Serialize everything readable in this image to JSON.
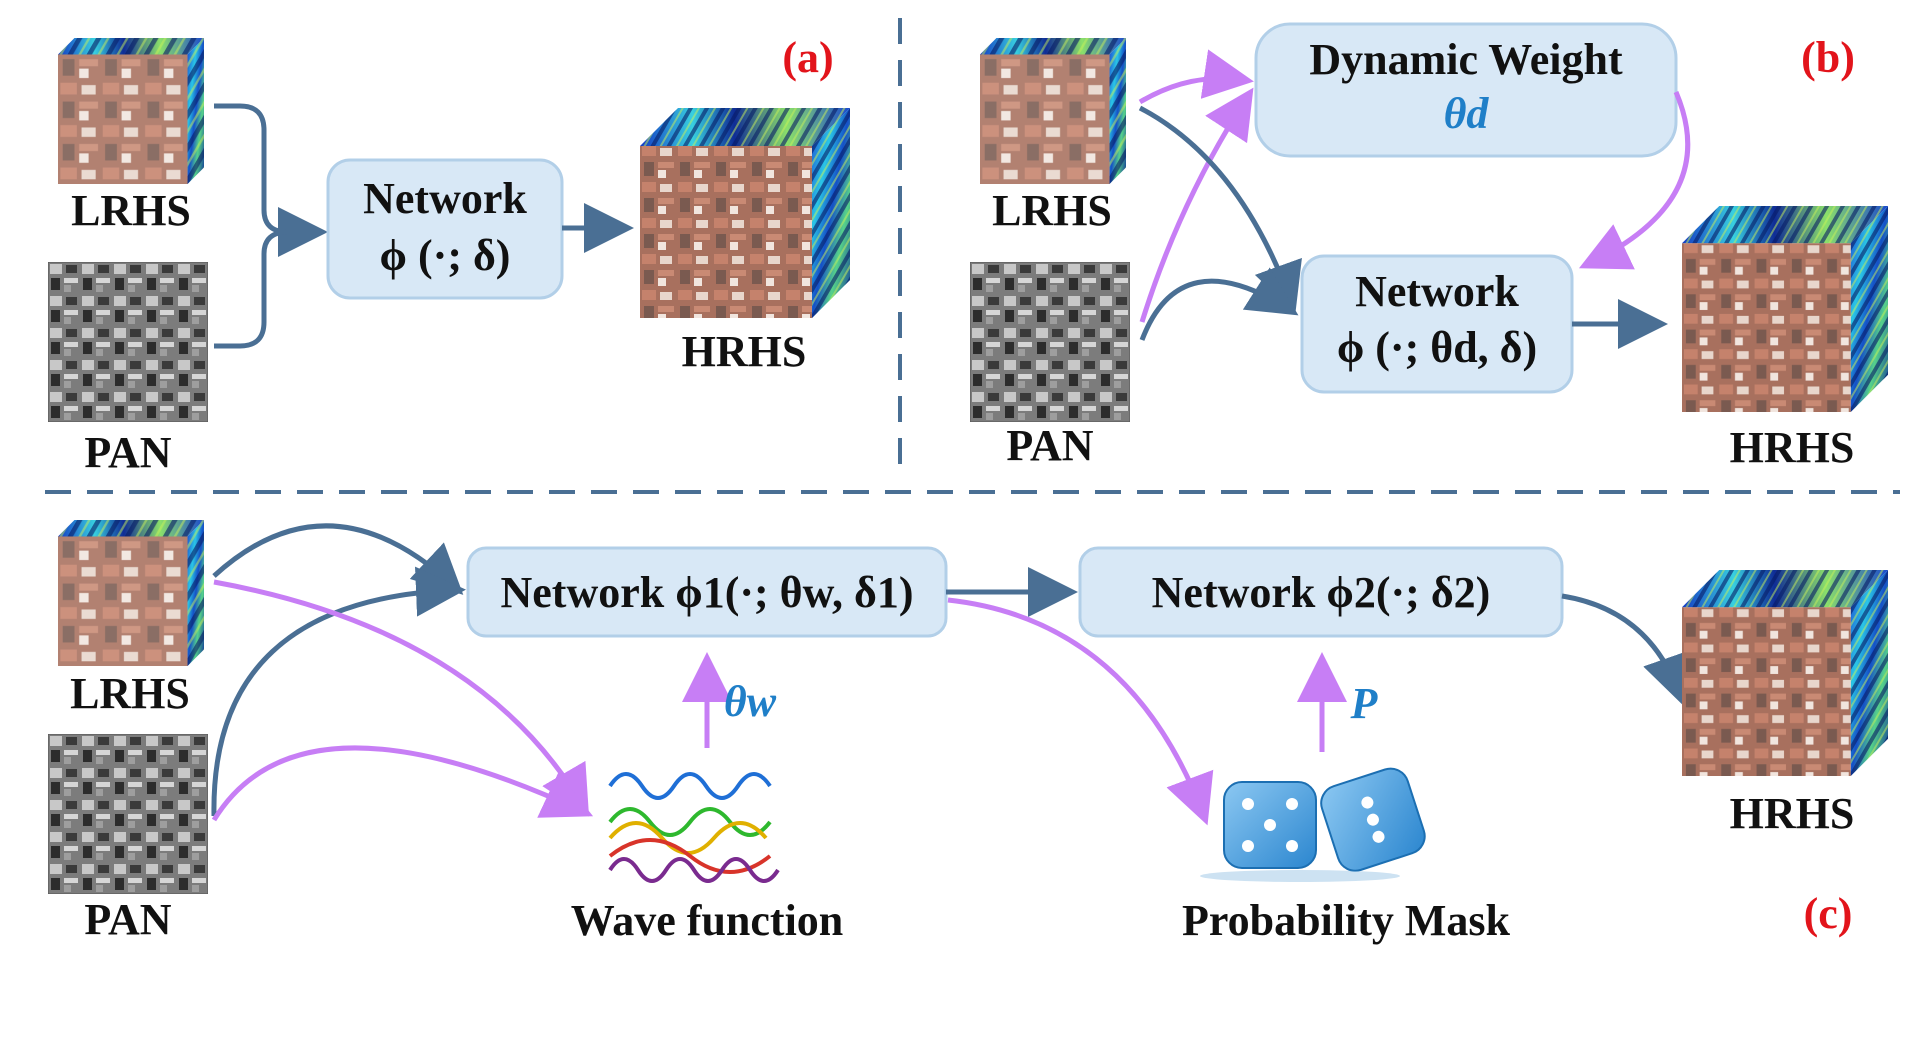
{
  "panel_a": {
    "tag": "(a)",
    "input1": "LRHS",
    "input2": "PAN",
    "network_line1": "Network",
    "network_line2": "ϕ (·; δ)",
    "output": "HRHS"
  },
  "panel_b": {
    "tag": "(b)",
    "input1": "LRHS",
    "input2": "PAN",
    "weight_title": "Dynamic Weight",
    "weight_symbol": "θd",
    "network_line1": "Network",
    "network_line2": "ϕ (·;  θd, δ)",
    "output": "HRHS"
  },
  "panel_c": {
    "tag": "(c)",
    "input1": "LRHS",
    "input2": "PAN",
    "network1": "Network ϕ1(·;  θw, δ1)",
    "network2": "Network ϕ2(·;  δ2)",
    "theta_w": "θw",
    "p_symbol": "P",
    "wave_label": "Wave function",
    "mask_label": "Probability Mask",
    "output": "HRHS"
  },
  "colors": {
    "arrow_blue": "#4a6f94",
    "arrow_purple": "#c77ef5",
    "box_fill": "#d8e8f6",
    "tag_red": "#e2141b",
    "symbol_blue": "#1f7fc8"
  },
  "wave_colors": [
    "#1f6fd6",
    "#2eb82e",
    "#e0b000",
    "#d8342a",
    "#7a2b8f"
  ]
}
